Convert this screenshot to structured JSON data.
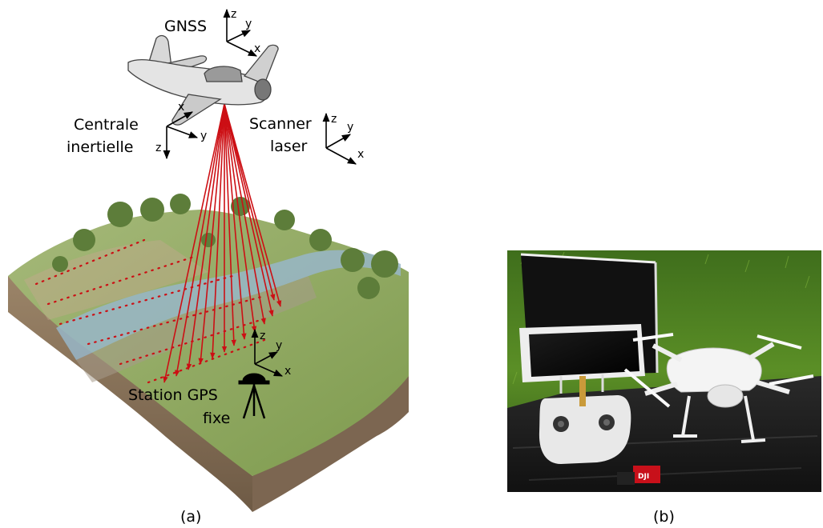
{
  "panel_a": {
    "caption": "(a)",
    "labels": {
      "gnss": "GNSS",
      "centrale_line1": "Centrale",
      "centrale_line2": "inertielle",
      "scanner_line1": "Scanner",
      "scanner_line2": "laser",
      "station_line1": "Station GPS",
      "station_line2": "fixe"
    },
    "axes": {
      "gnss": {
        "x": "x",
        "y": "y",
        "z": "z"
      },
      "imu": {
        "x": "x",
        "y": "y",
        "z": "z"
      },
      "scanner": {
        "x": "x",
        "y": "y",
        "z": "z"
      },
      "station": {
        "x": "x",
        "y": "y",
        "z": "z"
      }
    },
    "colors": {
      "laser": "#cc0f14",
      "grass": "#8fa760",
      "soil": "#8b7560",
      "water": "#98b6c8",
      "tree": "#5d7d3a"
    }
  },
  "panel_b": {
    "caption": "(b)",
    "sticker_text": "DJI"
  }
}
